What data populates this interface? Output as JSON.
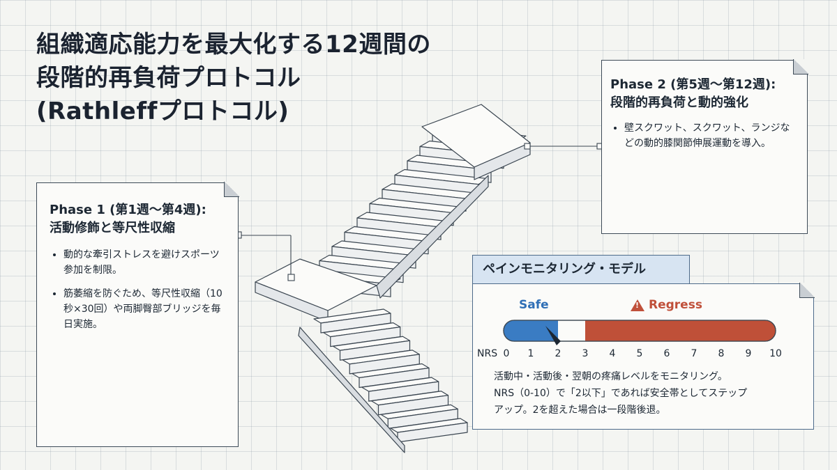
{
  "title": {
    "line1": "組織適応能力を最大化する12週間の",
    "line2": "段階的再負荷プロトコル",
    "line3": "(Rathleffプロトコル)"
  },
  "phase1": {
    "heading_line1": "Phase 1 (第1週〜第4週):",
    "heading_line2": "活動修飾と等尺性収縮",
    "bullets": [
      "動的な牽引ストレスを避けスポーツ参加を制限。",
      "筋萎縮を防ぐため、等尺性収縮（10秒×30回）や両脚臀部ブリッジを毎日実施。"
    ]
  },
  "phase2": {
    "heading_line1": "Phase 2 (第5週〜第12週):",
    "heading_line2": "段階的再負荷と動的強化",
    "bullets": [
      "壁スクワット、スクワット、ランジなどの動的膝関節伸展運動を導入。"
    ]
  },
  "pain_model": {
    "title": "ペインモニタリング・モデル",
    "safe_label": "Safe",
    "regress_label": "Regress",
    "nrs_label": "NRS",
    "ticks": [
      "0",
      "1",
      "2",
      "3",
      "4",
      "5",
      "6",
      "7",
      "8",
      "9",
      "10"
    ],
    "safe_max": 2,
    "pointer_value": 2,
    "description_line1": "活動中・活動後・翌朝の疼痛レベルをモニタリング。",
    "description_line2": "NRS（0-10）で「2以下」であれば安全帯としてステップ",
    "description_line3": "アップ。2を超えた場合は一段階後退。",
    "colors": {
      "safe": "#3a7cc3",
      "regress": "#bf5038"
    }
  }
}
